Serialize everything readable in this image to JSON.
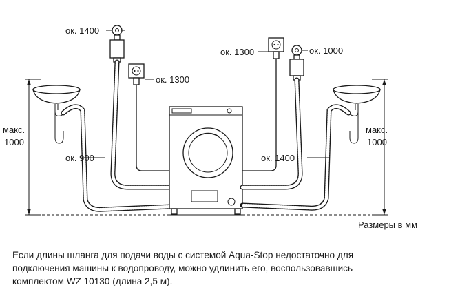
{
  "labels": {
    "left_top": "ок. 1400",
    "left_socket": "ок. 1300",
    "left_height_a": "макс.",
    "left_height_b": "1000",
    "left_bottom": "ок. 900",
    "right_socket": "ок. 1300",
    "right_top": "ок. 1000",
    "right_height_a": "макс.",
    "right_height_b": "1000",
    "right_bottom": "ок. 1400",
    "units": "Размеры в мм"
  },
  "caption": {
    "line1": "Если длины шланга для подачи воды с системой Aqua-Stop недостаточно для",
    "line2": "подключения машины к водопроводу, можно удлинить его, воспользовавшись",
    "line3": "комплектом WZ 10130 (длина 2,5 м)."
  }
}
